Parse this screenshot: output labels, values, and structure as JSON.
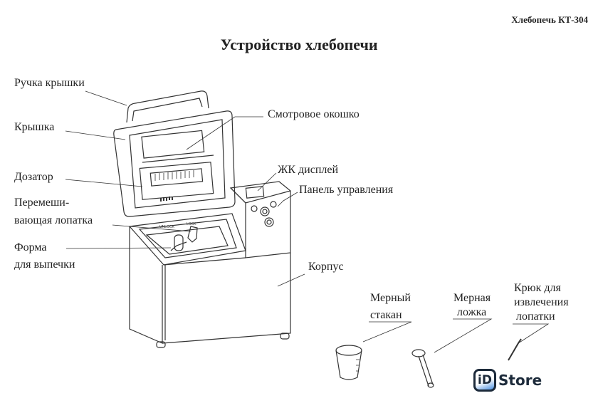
{
  "header": {
    "doc_title": "Хлебопечь КТ-304",
    "heading": "Устройство хлебопечи"
  },
  "labels": {
    "handle": "Ручка крышки",
    "lid": "Крышка",
    "dispenser": "Дозатор",
    "paddle_1": "Перемеши-",
    "paddle_2": "вающая лопатка",
    "pan_1": "Форма",
    "pan_2": "для выпечки",
    "window": "Смотровое окошко",
    "lcd": "ЖК дисплей",
    "panel": "Панель управления",
    "body": "Корпус",
    "cup_1": "Мерный",
    "cup_2": "стакан",
    "spoon_1": "Мерная",
    "spoon_2": "ложка",
    "hook_1": "Крюк для",
    "hook_2": "извлечения",
    "hook_3": "лопатки"
  },
  "drawing": {
    "unlock": "UNLOCK",
    "lock": "LOCK"
  },
  "logo": {
    "mark": "iD",
    "text": "Store",
    "accent": "#4a8fe0"
  }
}
